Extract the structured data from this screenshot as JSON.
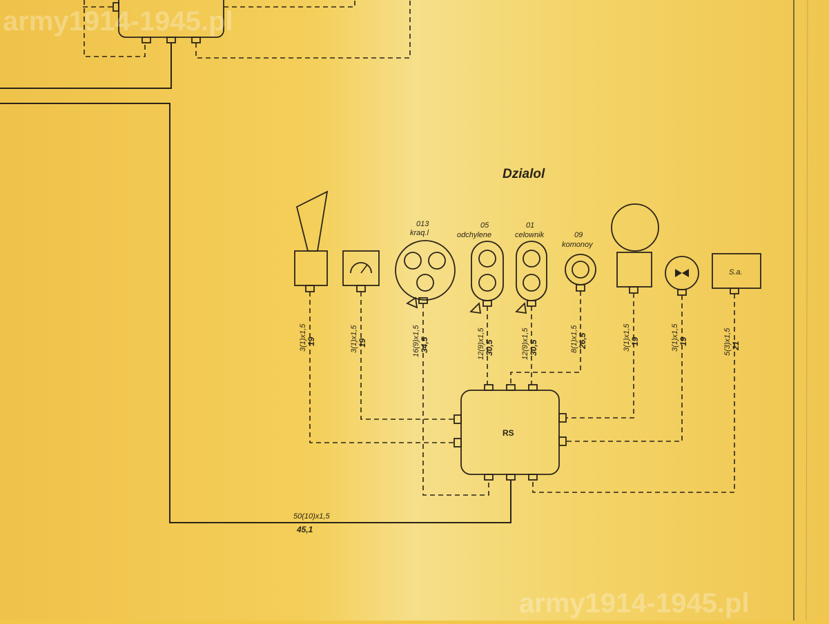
{
  "diagram": {
    "title": "Dzialol",
    "distribution_box": "RS",
    "symbols": {
      "sa_box": "S.a.",
      "lamp_label_1": "013",
      "lamp_label_2": "kraq.l",
      "lamp_05_label_1": "05",
      "lamp_05_label_2": "odchylene",
      "lamp_01_label_1": "01",
      "lamp_01_label_2": "celownik",
      "lamp_09_label_1": "09",
      "lamp_09_label_2": "komonoy"
    },
    "cables": [
      {
        "spec": "3(1)x1,5",
        "length": "19"
      },
      {
        "spec": "3(1)x1,5",
        "length": "19"
      },
      {
        "spec": "16(9)x1,5",
        "length": "34,5"
      },
      {
        "spec": "12(9)x1,5",
        "length": "30,5"
      },
      {
        "spec": "12(9)x1,5",
        "length": "30,5"
      },
      {
        "spec": "8(1)x1,5",
        "length": "26,5"
      },
      {
        "spec": "3(1)x1,5",
        "length": "19"
      },
      {
        "spec": "3(1)x1,5",
        "length": "19"
      },
      {
        "spec": "5(3)x1,5",
        "length": "21"
      }
    ],
    "main_cable": {
      "spec": "50(10)x1,5",
      "length": "45,1"
    }
  },
  "watermark": {
    "top": "army1914-1945.pl",
    "bottom": "army1914-1945.pl"
  },
  "colors": {
    "paper": "#f2c84b",
    "ink": "#2a2418"
  }
}
